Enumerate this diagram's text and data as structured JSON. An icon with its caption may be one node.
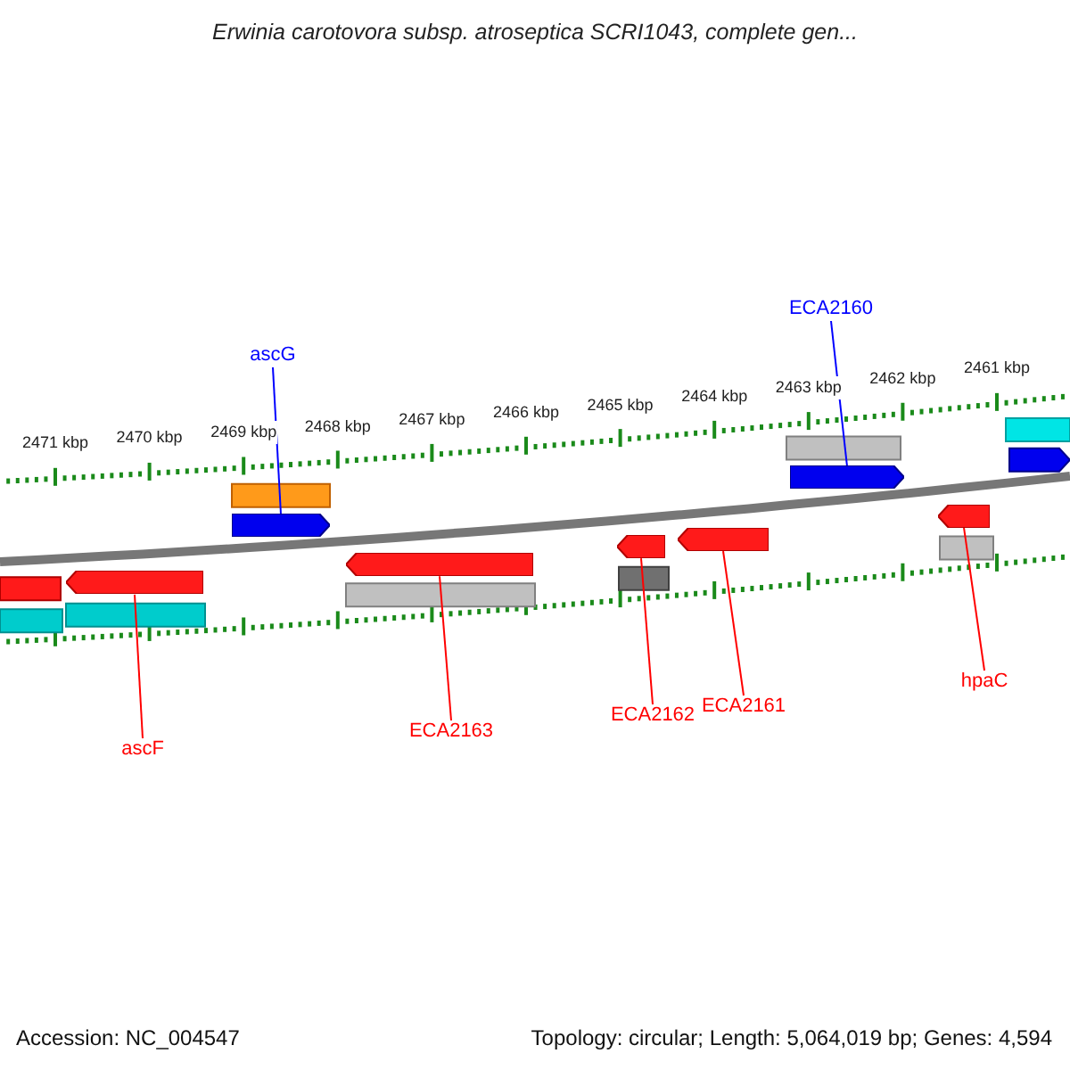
{
  "diagram": {
    "title": "Erwinia carotovora subsp. atroseptica SCRI1043, complete gen...",
    "nodes": [
      {
        "text": [
          "ascG"
        ]
      },
      {
        "text": [],
        "shape": "arrow"
      },
      {
        "text": [
          "ECA2160"
        ]
      },
      {
        "text": [],
        "shape": "arrow"
      },
      {
        "text": [
          "ascF"
        ]
      },
      {
        "text": [],
        "shape": "arrow"
      },
      {
        "text": [
          "ECA2163"
        ]
      },
      {
        "text": [],
        "shape": "arrow"
      },
      {
        "text": [
          "ECA2162"
        ]
      },
      {
        "text": [],
        "shape": "arrow"
      },
      {
        "text": [
          "ECA2161"
        ]
      },
      {
        "text": [],
        "shape": "arrow"
      },
      {
        "text": [
          "hpaC"
        ]
      },
      {
        "text": [],
        "shape": "arrow"
      }
    ],
    "edges": [
      {
        "from": 0,
        "to": 1,
        "arrow": "none",
        "color": "#0000ff"
      },
      {
        "from": 2,
        "to": 3,
        "arrow": "none",
        "color": "#0000ff"
      },
      {
        "from": 4,
        "to": 5,
        "arrow": "none"
      },
      {
        "from": 6,
        "to": 7,
        "arrow": "none"
      },
      {
        "from": 8,
        "to": 9,
        "arrow": "none"
      },
      {
        "from": 10,
        "to": 11,
        "arrow": "none"
      },
      {
        "from": 12,
        "to": 13,
        "arrow": "none"
      }
    ],
    "labels": [
      "2471 kbp",
      "2470 kbp",
      "2469 kbp",
      "2468 kbp",
      "2467 kbp",
      "2466 kbp",
      "2465 kbp",
      "2464 kbp",
      "2463 kbp",
      "2462 kbp",
      "2461 kbp",
      "Accession: NC_004547",
      "Topology: circular; Length: 5,064,019 bp; Genes: 4,594"
    ]
  }
}
